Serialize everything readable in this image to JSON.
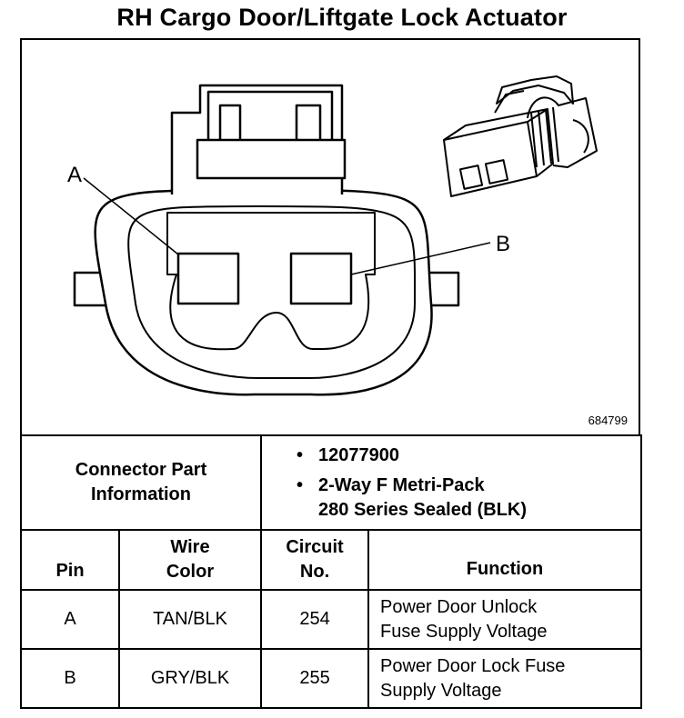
{
  "title": "RH Cargo Door/Liftgate Lock Actuator",
  "diagram": {
    "part_number": "684799",
    "pin_labels": [
      "A",
      "B"
    ]
  },
  "connector_info": {
    "label": "Connector Part Information",
    "items": [
      "12077900",
      "2-Way F Metri-Pack",
      "280 Series Sealed (BLK)"
    ]
  },
  "table": {
    "headers": {
      "pin": "Pin",
      "wire_color": [
        "Wire",
        "Color"
      ],
      "circuit": [
        "Circuit",
        "No."
      ],
      "function": "Function"
    },
    "rows": [
      {
        "pin": "A",
        "wire_color": "TAN/BLK",
        "circuit": "254",
        "function": [
          "Power Door Unlock",
          "Fuse Supply Voltage"
        ]
      },
      {
        "pin": "B",
        "wire_color": "GRY/BLK",
        "circuit": "255",
        "function": [
          "Power Door Lock Fuse",
          "Supply Voltage"
        ]
      }
    ]
  }
}
